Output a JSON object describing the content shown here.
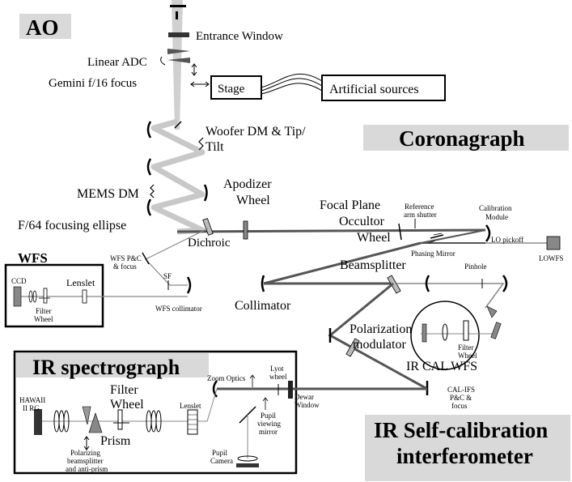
{
  "sections": {
    "ao": "AO",
    "coronagraph": "Coronagraph",
    "wfs": "WFS",
    "ir_spectrograph": "IR spectrograph",
    "ir_self_cal_line1": "IR Self-calibration",
    "ir_self_cal_line2": "interferometer"
  },
  "labels": {
    "entrance_window": "Entrance Window",
    "linear_adc": "Linear ADC",
    "gemini_focus": "Gemini f/16 focus",
    "stage": "Stage",
    "artificial_sources": "Artificial sources",
    "woofer_line1": "Woofer  DM & Tip/",
    "woofer_line2": "Tilt",
    "mems_dm": "MEMS DM",
    "focusing_ellipse": "F/64 focusing ellipse",
    "apodizer_line1": "Apodizer",
    "apodizer_line2": "Wheel",
    "dichroic": "Dichroic",
    "fpo_line1": "Focal Plane",
    "fpo_line2": "Occultor",
    "fpo_line3": "Wheel",
    "ref_shutter_line1": "Reference",
    "ref_shutter_line2": "arm shutter",
    "cal_module_line1": "Calibration",
    "cal_module_line2": "Module",
    "lo_pickoff": "LO pickoff",
    "lowfs": "LOWFS",
    "phasing_mirror": "Phasing Mirror",
    "beamsplitter": "Beamsplitter",
    "pinhole": "Pinhole",
    "collimator": "Collimator",
    "wfs_pc_line1": "WFS P&C",
    "wfs_pc_line2": "& focus",
    "sf": "SF",
    "wfs_collimator": "WFS collimator",
    "ccd": "CCD",
    "lenslet_wfs": "Lenslet",
    "filter_wheel_wfs_line1": "Filter",
    "filter_wheel_wfs_line2": "Wheel",
    "polarization_line1": "Polarization",
    "polarization_line2": "modulator",
    "filter_wheel_cal_line1": "Filter",
    "filter_wheel_cal_line2": "Wheel",
    "ir_cal_wfs": "IR CAL WFS",
    "cal_ifs_line1": "CAL-IFS",
    "cal_ifs_line2": "P&C &",
    "cal_ifs_line3": "focus",
    "zoom_optics": "Zoom Optics",
    "lyot_line1": "Lyot",
    "lyot_line2": "wheel",
    "dewar_line1": "Dewar",
    "dewar_line2": "Window",
    "hawaii_line1": "HAWAII",
    "hawaii_line2": "II RG",
    "filter_wheel_spec_line1": "Filter",
    "filter_wheel_spec_line2": "Wheel",
    "prism": "Prism",
    "lenslet_spec": "Lenslet",
    "pupil_view_line1": "Pupil",
    "pupil_view_line2": "viewing",
    "pupil_view_line3": "mirror",
    "pupil_camera_line1": "Pupil",
    "pupil_camera_line2": "Camera",
    "pol_bs_line1": "Polarizing",
    "pol_bs_line2": "beamsplitter",
    "pol_bs_line3": "and anti-prism"
  }
}
